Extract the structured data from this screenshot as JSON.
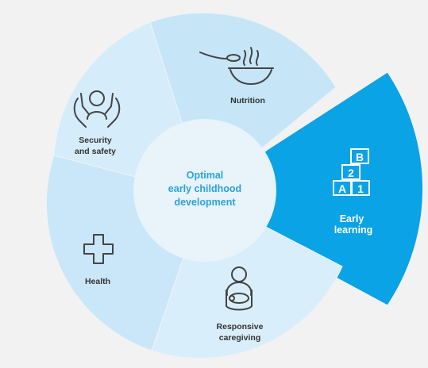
{
  "center": {
    "lines": [
      "Optimal",
      "early childhood",
      "development"
    ],
    "text_color": "#29a3d9",
    "fill": "#e8f3fa"
  },
  "segments": [
    {
      "id": "nutrition",
      "lines": [
        "Nutrition"
      ],
      "icon": "bowl-with-spoon-icon",
      "fill": "#c6e6f8",
      "highlighted": false
    },
    {
      "id": "early-learning",
      "lines": [
        "Early",
        "learning"
      ],
      "icon": "abc-blocks-icon",
      "fill": "#0aa3e5",
      "highlighted": true
    },
    {
      "id": "responsive-caregiving",
      "lines": [
        "Responsive",
        "caregiving"
      ],
      "icon": "person-holding-baby-icon",
      "fill": "#d9eefb",
      "highlighted": false
    },
    {
      "id": "health",
      "lines": [
        "Health"
      ],
      "icon": "medical-cross-icon",
      "fill": "#c9e7f8",
      "highlighted": false
    },
    {
      "id": "security-and-safety",
      "lines": [
        "Security",
        "and safety"
      ],
      "icon": "hands-protecting-person-icon",
      "fill": "#d5ecfa",
      "highlighted": false
    }
  ],
  "blocks": {
    "top": "B",
    "middle": "2",
    "bottom_left": "A",
    "bottom_right": "1"
  },
  "colors": {
    "icon_stroke": "#444444",
    "label_text": "#333333",
    "highlight_text": "#ffffff",
    "background": "#f2f2f2"
  }
}
